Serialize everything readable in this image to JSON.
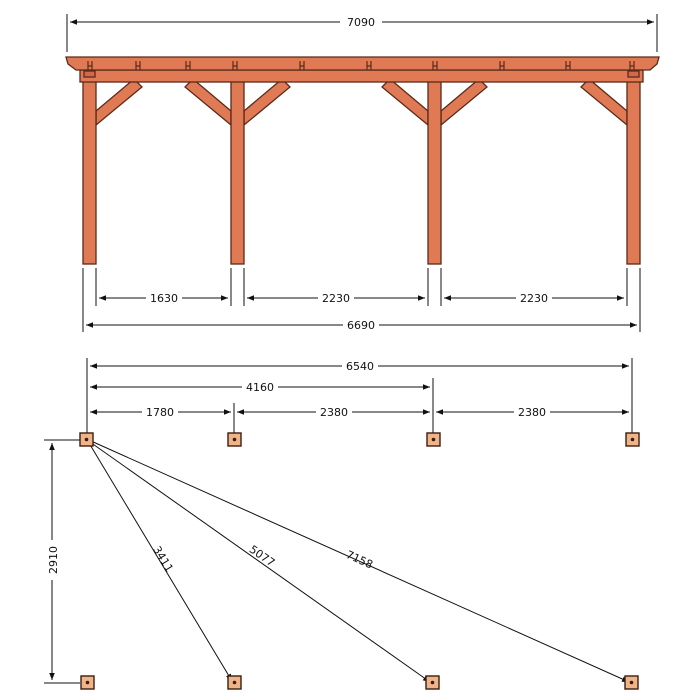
{
  "colors": {
    "wood": "#e07a55",
    "wood_stroke": "#5a2a18",
    "footing": "#f0b489",
    "line": "#111111"
  },
  "elevation": {
    "total_roof_width": "7090",
    "spans": [
      "1630",
      "2230",
      "2230"
    ],
    "post_outer_width": "6690"
  },
  "plan": {
    "overall": "6540",
    "to_third_post": "4160",
    "spacings": [
      "1780",
      "2380",
      "2380"
    ],
    "depth": "2910",
    "diagonals": [
      "3411",
      "5077",
      "7158"
    ]
  }
}
